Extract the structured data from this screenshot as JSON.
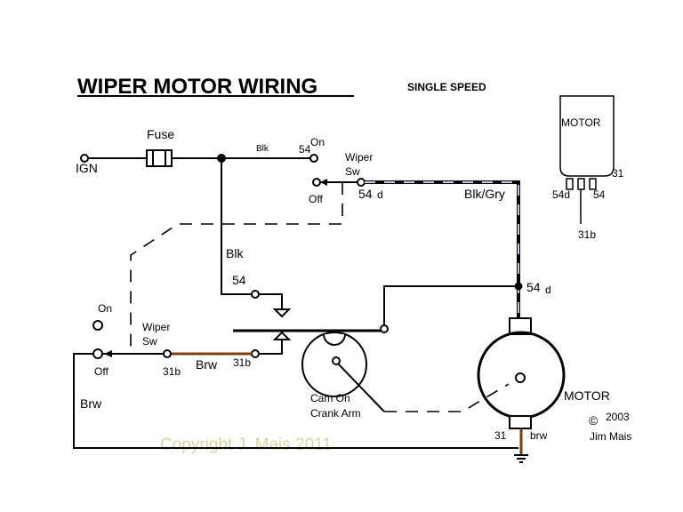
{
  "title": "WIPER MOTOR WIRING",
  "subtitle": "SINGLE SPEED",
  "labels": {
    "fuse": "Fuse",
    "ign": "IGN",
    "blk_top": "Blk",
    "sw_54": "54",
    "sw_on": "On",
    "wiper_sw_top_1": "Wiper",
    "wiper_sw_top_2": "Sw",
    "sw_off_top": "Off",
    "sw_54d": "54",
    "sw_54d_d": "d",
    "blk_gry": "Blk/Gry",
    "blk_mid": "Blk",
    "t54_mid": "54",
    "on_left": "On",
    "wiper_sw_left_1": "Wiper",
    "wiper_sw_left_2": "Sw",
    "off_left": "Off",
    "t31b_left": "31b",
    "brw_mid": "Brw",
    "t31b_mid": "31b",
    "brw_left": "Brw",
    "cam_on": "Cam On",
    "crank_arm": "Crank Arm",
    "m_54d": "54",
    "m_54d_d": "d",
    "motor_big": "MOTOR",
    "t31_bottom": "31",
    "brw_bottom": "brw",
    "copyright_sym": "©",
    "year": "2003",
    "author": "Jim Mais",
    "watermark": "Copyright J. Mais 2011",
    "motor_small": "MOTOR",
    "small_31": "31",
    "small_54d": "54d",
    "small_54": "54",
    "small_31b": "31b"
  },
  "colors": {
    "wire": "#000000",
    "brown_wire": "#7a3e10",
    "blk_gry_stripe": "#c8c8e8",
    "watermark": "#d7d4a6"
  }
}
